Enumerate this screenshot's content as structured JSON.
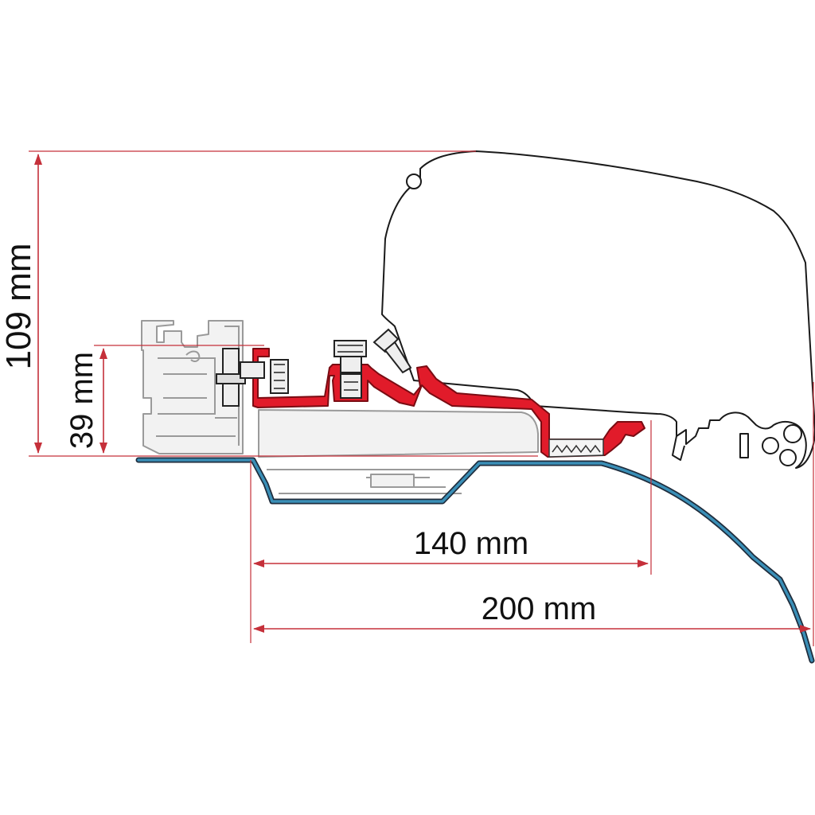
{
  "dimensions": {
    "height_total": "109 mm",
    "height_adapter": "39 mm",
    "width_inner": "140 mm",
    "width_outer": "200 mm"
  },
  "colors": {
    "dimension": "#c5303a",
    "bracket_fill": "#e11b2a",
    "bracket_stroke": "#7a0c13",
    "roof_fill": "#3a8fb7",
    "roof_stroke": "#1f2d3d",
    "ghost": "#9a9a9a",
    "outline": "#1a1a1a"
  }
}
